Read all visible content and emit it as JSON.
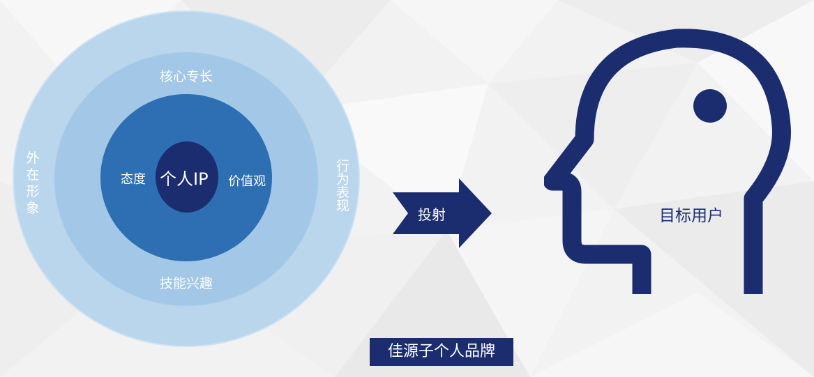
{
  "diagram": {
    "circle": {
      "outer_left_label": "外在形象",
      "outer_right_label": "行为表现",
      "middle_top_label": "核心专长",
      "middle_bottom_label": "技能兴趣",
      "inner_left_label": "态度",
      "inner_right_label": "价值观",
      "core_label": "个人IP"
    },
    "arrow_label": "投射",
    "target_label": "目标用户",
    "brand_label": "佳源子个人品牌"
  },
  "colors": {
    "navy": "#1b2c6f",
    "blue_inner": "#2d6fb2",
    "blue_middle": "#a3c7e6",
    "blue_outer": "#bad6ed",
    "background": "#f3f3f3"
  },
  "icons": {
    "head": "head-profile-icon",
    "arrow": "right-arrow-icon"
  }
}
